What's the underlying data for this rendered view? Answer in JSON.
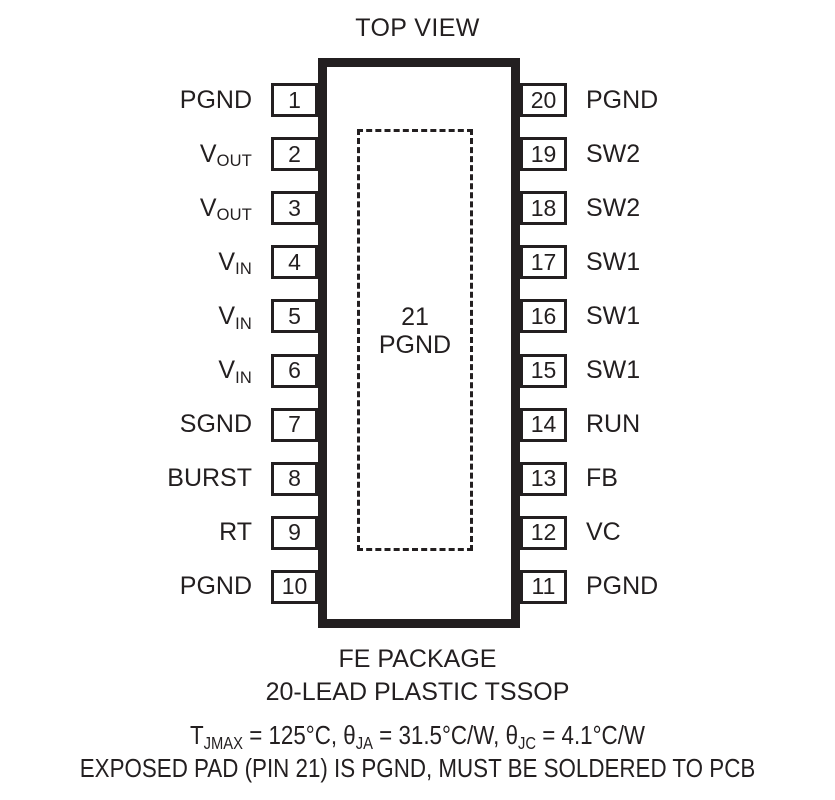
{
  "title": "TOP VIEW",
  "package": {
    "body_label_number": "21",
    "body_label_net": "PGND"
  },
  "pins": {
    "left": [
      {
        "number": "1",
        "label": "PGND",
        "sub": ""
      },
      {
        "number": "2",
        "label": "V",
        "sub": "OUT"
      },
      {
        "number": "3",
        "label": "V",
        "sub": "OUT"
      },
      {
        "number": "4",
        "label": "V",
        "sub": "IN"
      },
      {
        "number": "5",
        "label": "V",
        "sub": "IN"
      },
      {
        "number": "6",
        "label": "V",
        "sub": "IN"
      },
      {
        "number": "7",
        "label": "SGND",
        "sub": ""
      },
      {
        "number": "8",
        "label": "BURST",
        "sub": ""
      },
      {
        "number": "9",
        "label": "RT",
        "sub": ""
      },
      {
        "number": "10",
        "label": "PGND",
        "sub": ""
      }
    ],
    "right": [
      {
        "number": "20",
        "label": "PGND",
        "sub": ""
      },
      {
        "number": "19",
        "label": "SW2",
        "sub": ""
      },
      {
        "number": "18",
        "label": "SW2",
        "sub": ""
      },
      {
        "number": "17",
        "label": "SW1",
        "sub": ""
      },
      {
        "number": "16",
        "label": "SW1",
        "sub": ""
      },
      {
        "number": "15",
        "label": "SW1",
        "sub": ""
      },
      {
        "number": "14",
        "label": "RUN",
        "sub": ""
      },
      {
        "number": "13",
        "label": "FB",
        "sub": ""
      },
      {
        "number": "12",
        "label": "VC",
        "sub": ""
      },
      {
        "number": "11",
        "label": "PGND",
        "sub": ""
      }
    ]
  },
  "caption": {
    "line1": "FE PACKAGE",
    "line2": "20-LEAD PLASTIC TSSOP"
  },
  "thermal": {
    "tjmax_symbol": "T",
    "tjmax_sub": "JMAX",
    "tjmax_value": " = 125°C, ",
    "theta_ja_symbol": "θ",
    "theta_ja_sub": "JA",
    "theta_ja_value": " = 31.5°C/W, ",
    "theta_jc_symbol": "θ",
    "theta_jc_sub": "JC",
    "theta_jc_value": " = 4.1°C/W",
    "note": "EXPOSED PAD (PIN 21) IS PGND, MUST BE SOLDERED TO PCB"
  },
  "colors": {
    "ink": "#231f20",
    "background": "#ffffff"
  }
}
